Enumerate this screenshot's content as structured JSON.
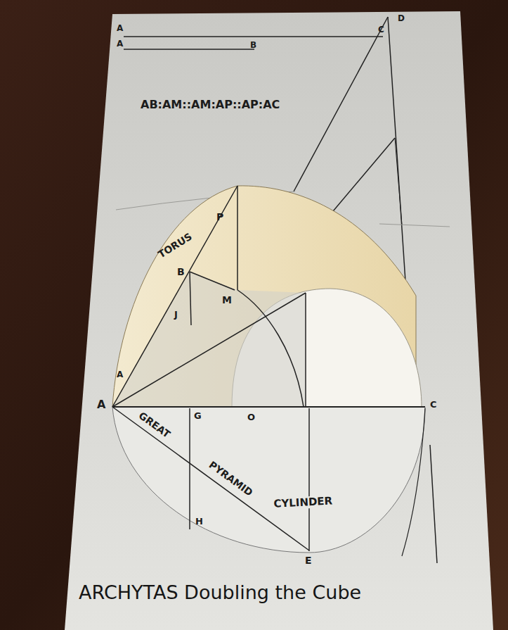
{
  "diagram": {
    "caption": "ARCHYTAS Doubling the Cube",
    "labels": [
      "A",
      "C",
      "A",
      "B",
      "D",
      "AB:AM::AM:AP::AP:AC",
      "P",
      "TORUS",
      "B",
      "J",
      "M",
      "A",
      "A",
      "G",
      "O",
      "C",
      "GREAT",
      "PYRAMID",
      "CYLINDER",
      "H",
      "E"
    ]
  }
}
